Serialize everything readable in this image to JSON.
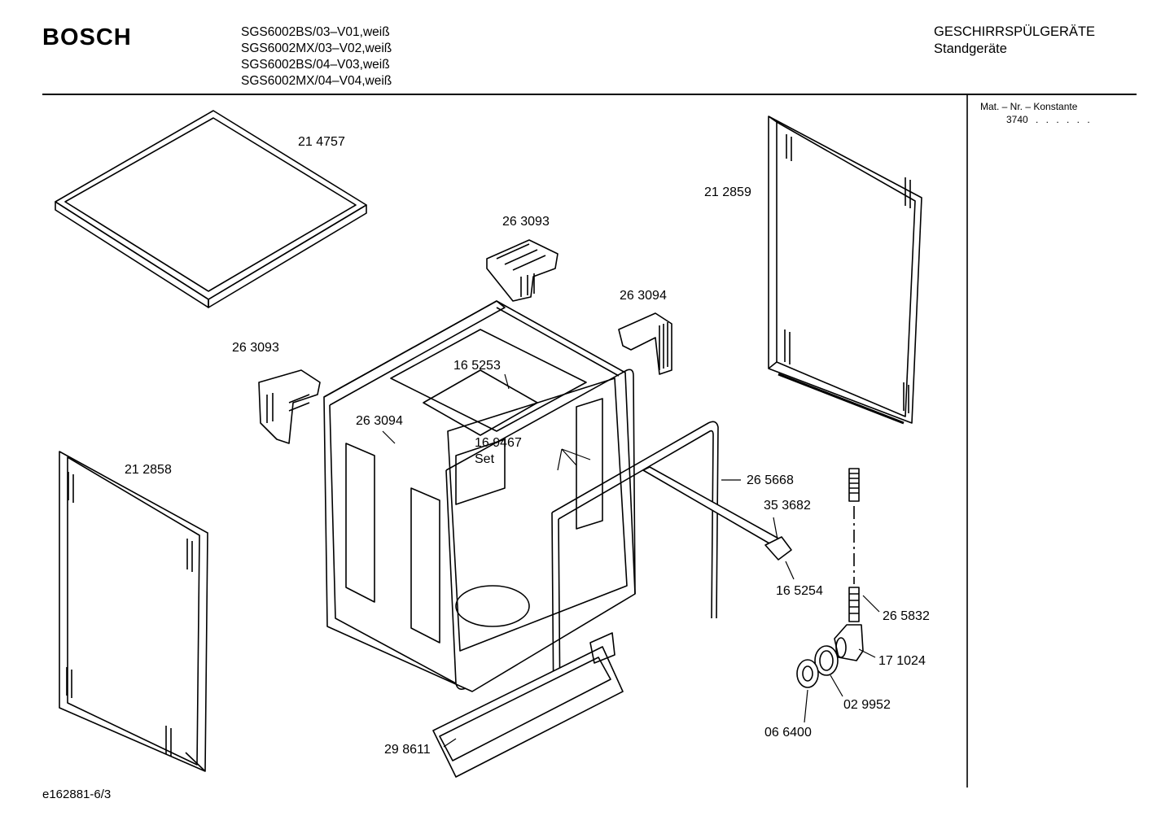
{
  "header": {
    "brand": "BOSCH",
    "models": [
      "SGS6002BS/03–V01,weiß",
      "SGS6002MX/03–V02,weiß",
      "SGS6002BS/04–V03,weiß",
      "SGS6002MX/04–V04,weiß"
    ],
    "category": "GESCHIRRSPÜLGERÄTE",
    "subcategory": "Standgeräte"
  },
  "sidebar": {
    "mat_label": "Mat. – Nr. – Konstante",
    "mat_value": "3740",
    "mat_dots": ". . . . . ."
  },
  "parts": {
    "p214757": "21 4757",
    "p212859": "21 2859",
    "p263093_top": "26 3093",
    "p263094_top": "26 3094",
    "p263093_left": "26 3093",
    "p165253": "16 5253",
    "p263094_inner": "26 3094",
    "p169467": "16 9467",
    "p169467_set": "Set",
    "p212858": "21 2858",
    "p265668": "26 5668",
    "p353682": "35 3682",
    "p165254": "16 5254",
    "p265832": "26 5832",
    "p171024": "17 1024",
    "p029952": "02 9952",
    "p066400": "06 6400",
    "p298611": "29 8611"
  },
  "footer": {
    "drawing_id": "e162881-6/3"
  }
}
